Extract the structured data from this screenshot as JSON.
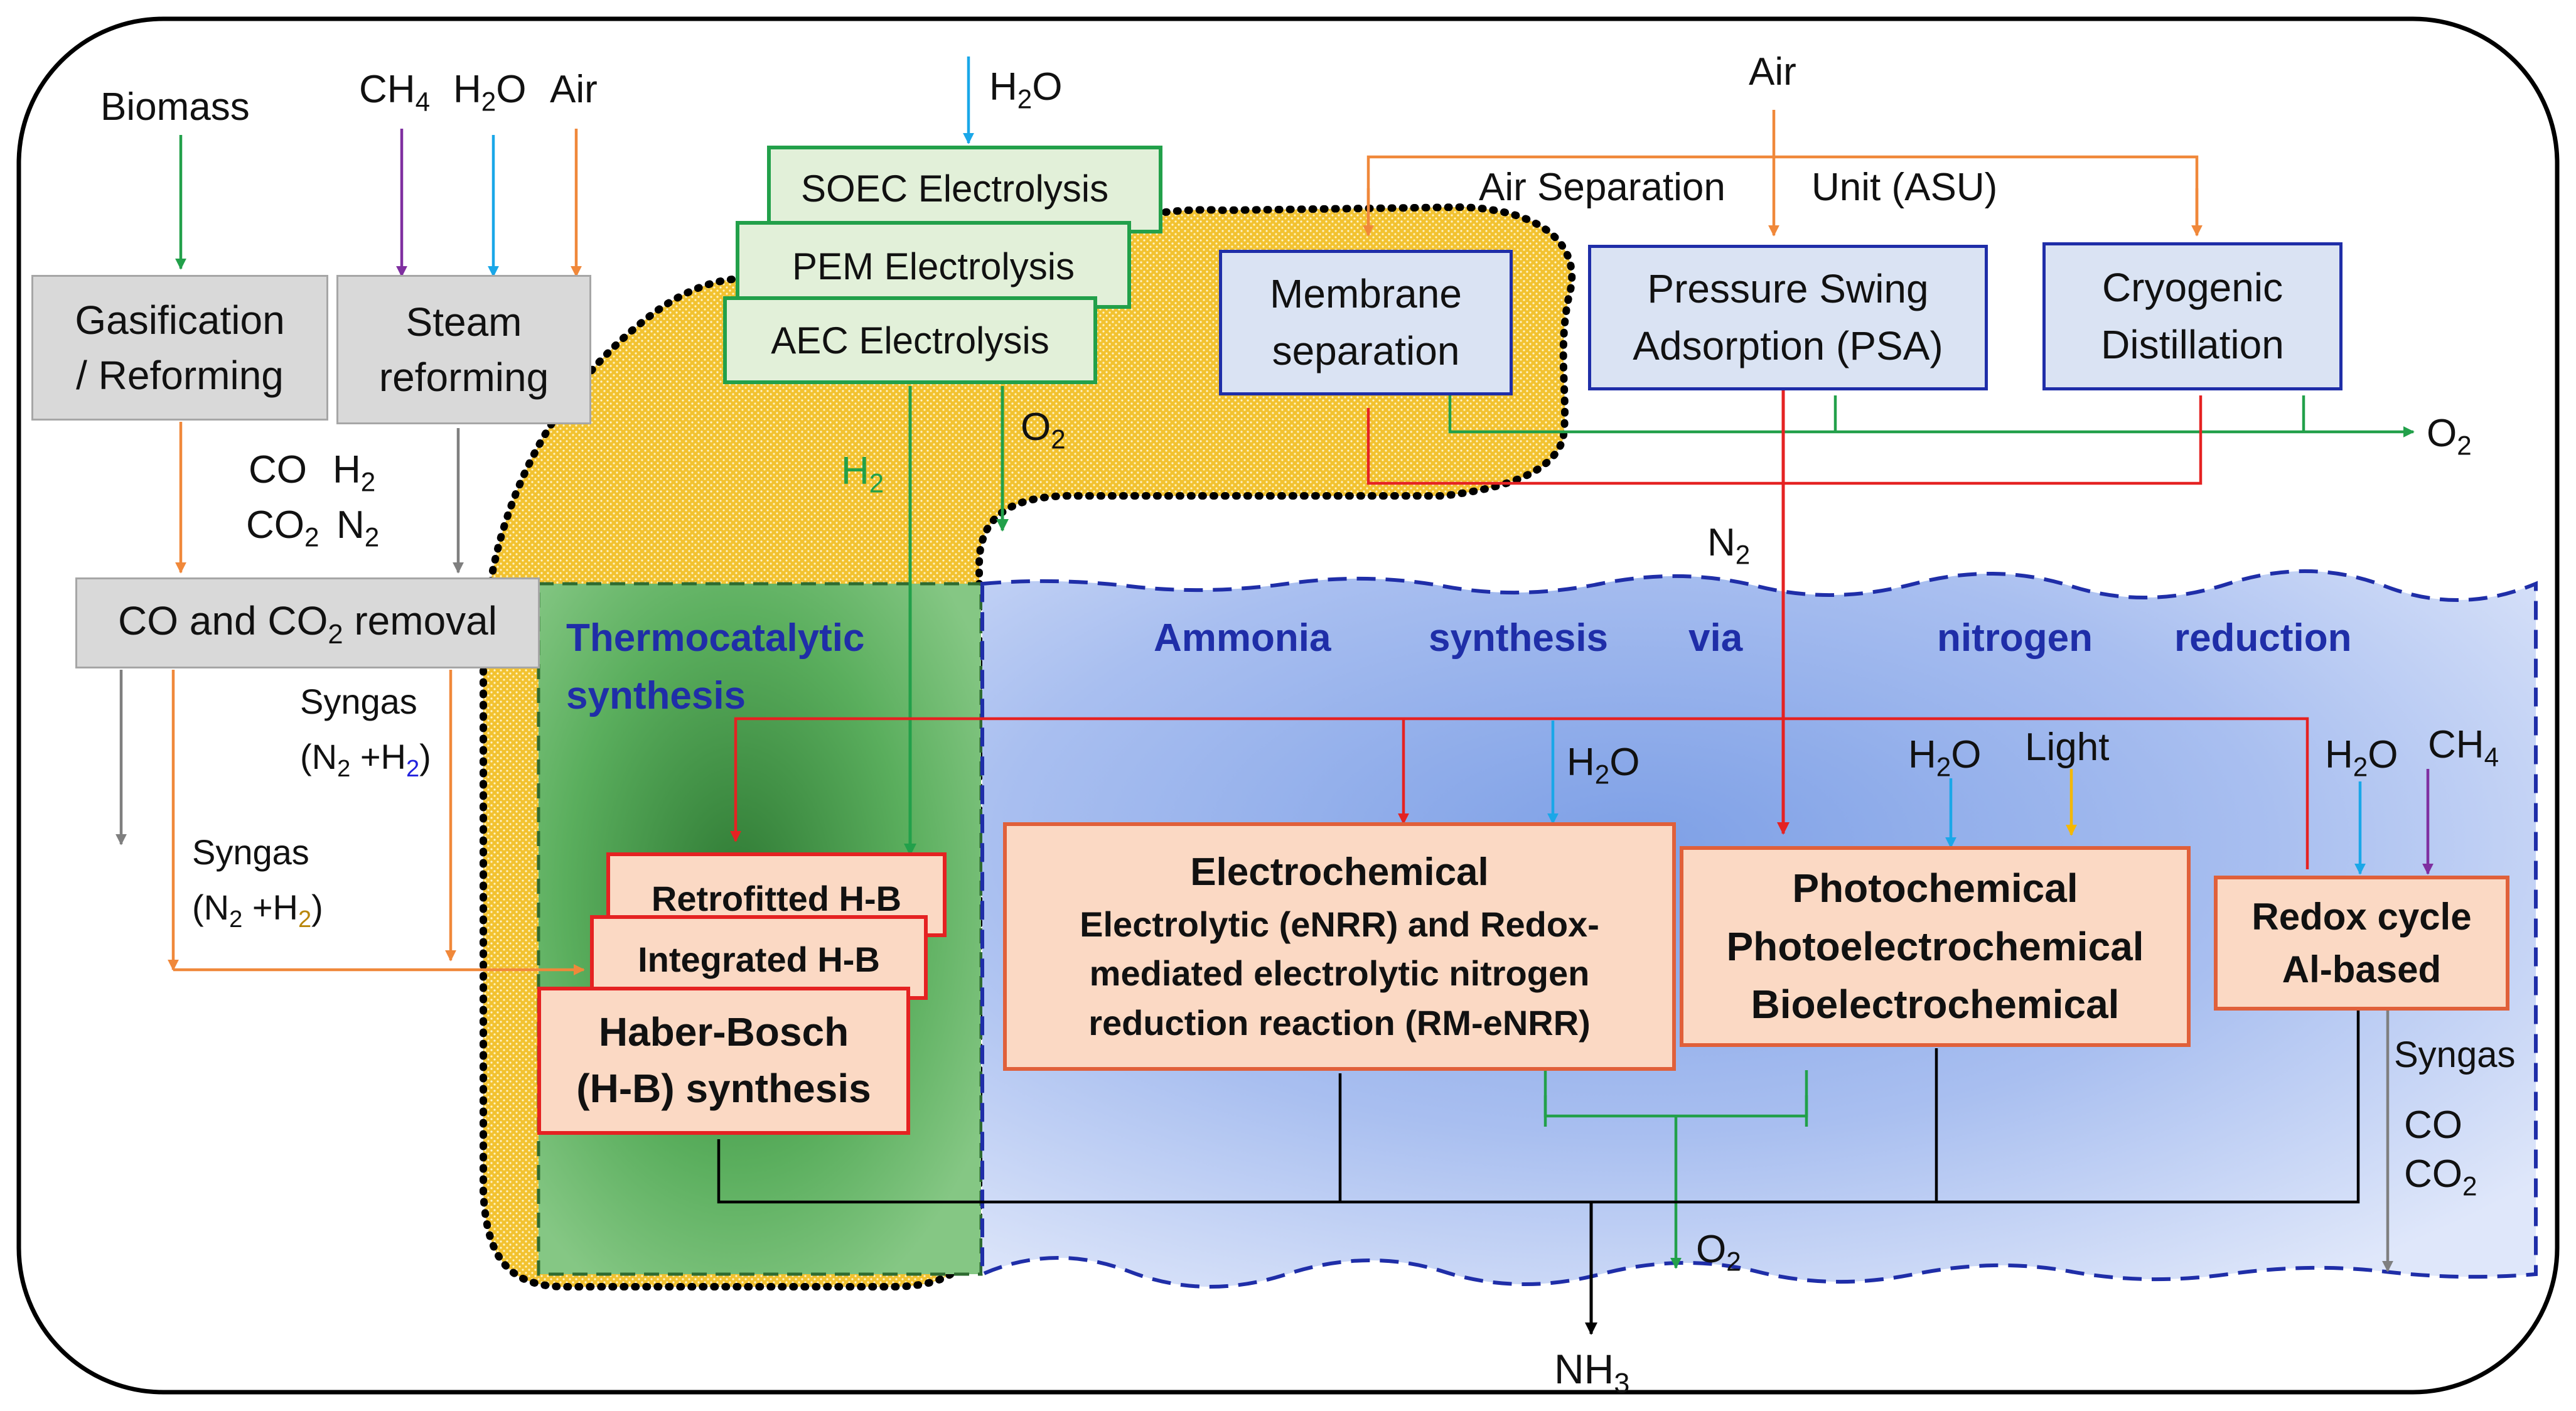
{
  "inputs": {
    "biomass": "Biomass",
    "ch4_base": "CH",
    "ch4_sub": "4",
    "h2o_base": "H",
    "h2o_sub": "2",
    "h2o_end": "O",
    "air": "Air"
  },
  "nodes": {
    "gasification": [
      "Gasification",
      "/ Reforming"
    ],
    "steam_reforming": [
      "Steam",
      "reforming"
    ],
    "co_removal": {
      "pre": "CO and CO",
      "sub": "2",
      "post": " removal"
    },
    "soec": "SOEC Electrolysis",
    "pem": "PEM Electrolysis",
    "aec": "AEC Electrolysis",
    "membrane": [
      "Membrane",
      "separation"
    ],
    "psa": [
      "Pressure Swing",
      "Adsorption (PSA)"
    ],
    "cryogenic": [
      "Cryogenic",
      "Distillation"
    ],
    "retrofitted_hb": "Retrofitted H-B",
    "integrated_hb": "Integrated H-B",
    "haber_bosch": [
      "Haber-Bosch",
      "(H-B) synthesis"
    ],
    "electrochemical": [
      "Electrochemical",
      "Electrolytic (eNRR) and Redox-",
      "mediated electrolytic nitrogen",
      "reduction reaction (RM-eNRR)"
    ],
    "photochemical": [
      "Photochemical",
      "Photoelectrochemical",
      "Bioelectrochemical"
    ],
    "redox": [
      "Redox cycle",
      "Al-based"
    ]
  },
  "regions": {
    "thermo": [
      "Thermocatalytic",
      "synthesis"
    ],
    "ammonia": [
      "Ammonia",
      "synthesis",
      "via",
      "nitrogen",
      "reduction"
    ],
    "asu": [
      "Air Separation",
      "Unit (ASU)"
    ]
  },
  "labels": {
    "co": "CO",
    "co2": "CO",
    "h2": "H",
    "n2": "N",
    "two": "2",
    "three": "3",
    "syngas": "Syngas",
    "syngas_formula_open": "(N",
    "syngas_formula_plus": " +H",
    "syngas_formula_close": ")",
    "o2": "O",
    "n": "N",
    "nh": "NH",
    "light": "Light"
  },
  "colors": {
    "gray_arrow": "#7f7f7f",
    "orange": "#f0883a",
    "green": "#22a04a",
    "red": "#e52222",
    "blue_arrow": "#1aa7e8",
    "purple": "#7f2fa0",
    "light": "#f5b800",
    "black": "#000000",
    "h2_blue": "#2222dd",
    "h2_gold": "#b8860b"
  }
}
